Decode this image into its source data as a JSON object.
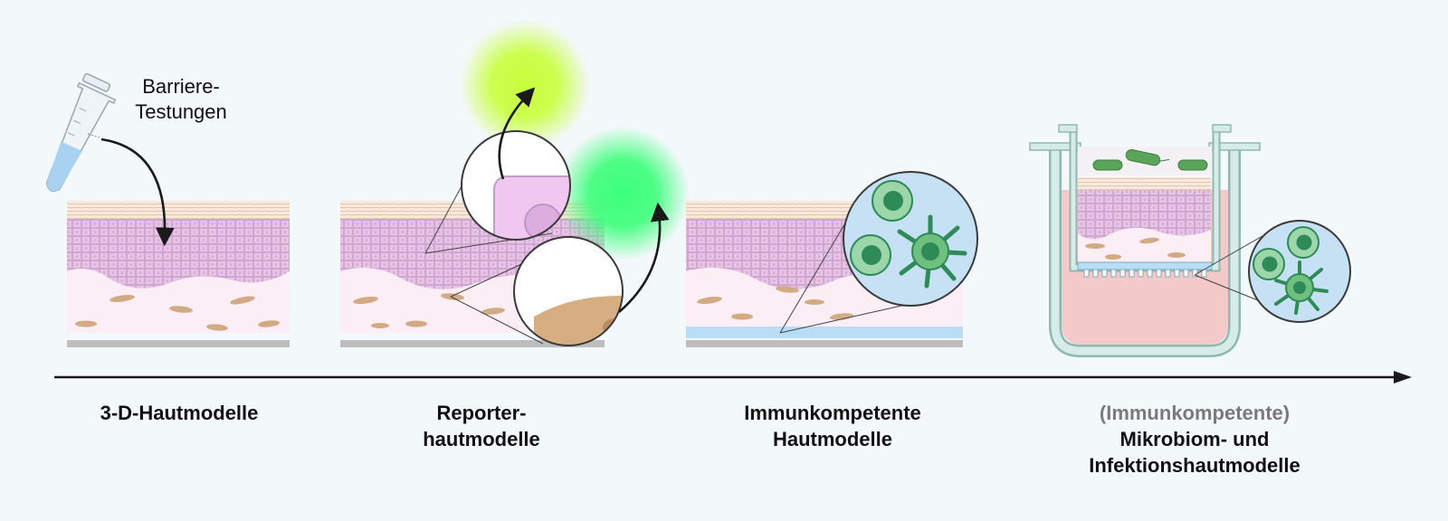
{
  "annotation": {
    "line1": "Barriere-",
    "line2": "Testungen"
  },
  "stages": [
    {
      "lines": [
        "3-D-Hautmodelle"
      ]
    },
    {
      "lines": [
        "Reporter-",
        "hautmodelle"
      ]
    },
    {
      "lines": [
        "Immunkompetente",
        "Hautmodelle"
      ]
    },
    {
      "prefix": "(Immunkompetente)",
      "lines": [
        "Mikrobiom- und",
        "Infektionshautmodelle"
      ]
    }
  ],
  "colors": {
    "background": "#f3f8fb",
    "epidermis": "#e7c4e6",
    "dermis": "#fbeef4",
    "fibroblast": "#d2ab85",
    "immune_cell": "#2e8b57",
    "reporter_yellow_glow": "#c8ff3c",
    "reporter_green_glow": "#3cff7a",
    "culture_medium": "#f3c9c9",
    "bacteria": "#5aa55a",
    "magnifier_fill": "#c6e1f4"
  },
  "icons": [
    "pipette-tube-icon",
    "timeline-arrow",
    "magnifier-lens",
    "transwell-insert-icon",
    "bacteria-icon",
    "dendritic-cell-icon"
  ]
}
